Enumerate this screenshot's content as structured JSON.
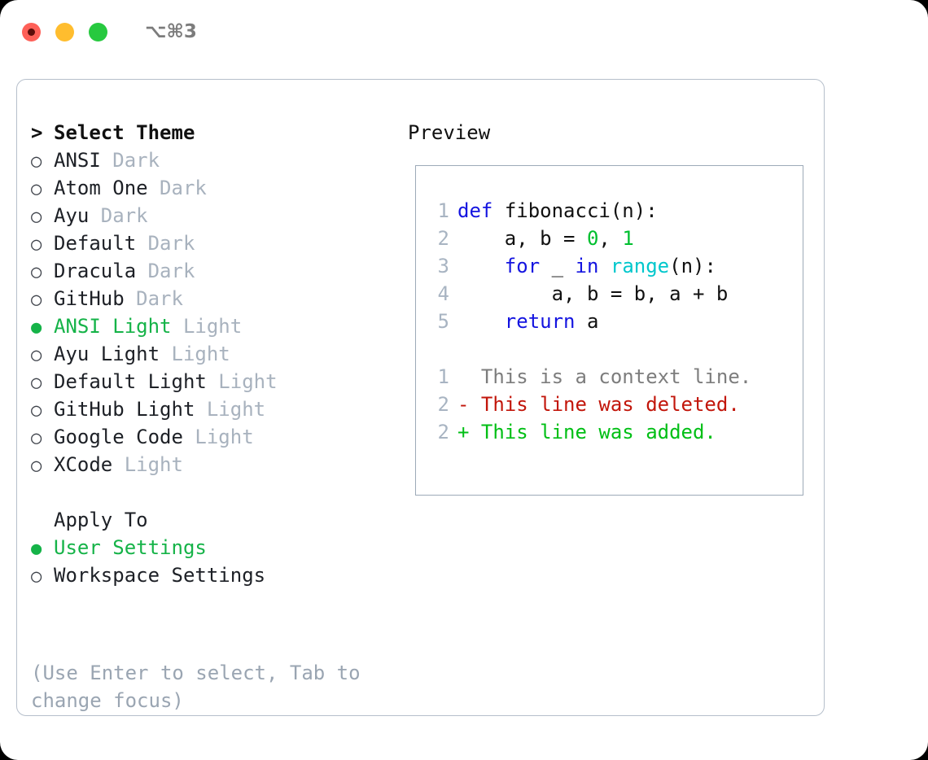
{
  "titlebar": {
    "shortcut": "⌥⌘3",
    "dots": [
      "close-red",
      "minimize-yellow",
      "maximize-green"
    ]
  },
  "theme_selector": {
    "caret": ">",
    "heading": "Select Theme",
    "marker_selected": "●",
    "marker_unselected": "○",
    "items": [
      {
        "name": "ANSI",
        "tag": "Dark",
        "selected": false
      },
      {
        "name": "Atom One",
        "tag": "Dark",
        "selected": false
      },
      {
        "name": "Ayu",
        "tag": "Dark",
        "selected": false
      },
      {
        "name": "Default",
        "tag": "Dark",
        "selected": false
      },
      {
        "name": "Dracula",
        "tag": "Dark",
        "selected": false
      },
      {
        "name": "GitHub",
        "tag": "Dark",
        "selected": false
      },
      {
        "name": "ANSI Light",
        "tag": "Light",
        "selected": true
      },
      {
        "name": "Ayu Light",
        "tag": "Light",
        "selected": false
      },
      {
        "name": "Default Light",
        "tag": "Light",
        "selected": false
      },
      {
        "name": "GitHub Light",
        "tag": "Light",
        "selected": false
      },
      {
        "name": "Google Code",
        "tag": "Light",
        "selected": false
      },
      {
        "name": "XCode",
        "tag": "Light",
        "selected": false
      }
    ]
  },
  "apply_to": {
    "heading": "Apply To",
    "items": [
      {
        "name": "User Settings",
        "selected": true
      },
      {
        "name": "Workspace Settings",
        "selected": false
      }
    ]
  },
  "hint": "(Use Enter to select, Tab to change focus)",
  "preview": {
    "title": "Preview",
    "code_lines": [
      {
        "no": "1",
        "tokens": [
          {
            "t": "def",
            "c": "kw"
          },
          {
            "t": " ",
            "c": "plain"
          },
          {
            "t": "fibonacci",
            "c": "fn"
          },
          {
            "t": "(n):",
            "c": "plain"
          }
        ]
      },
      {
        "no": "2",
        "tokens": [
          {
            "t": "    a, b = ",
            "c": "plain"
          },
          {
            "t": "0",
            "c": "num"
          },
          {
            "t": ", ",
            "c": "plain"
          },
          {
            "t": "1",
            "c": "num"
          }
        ]
      },
      {
        "no": "3",
        "tokens": [
          {
            "t": "    ",
            "c": "plain"
          },
          {
            "t": "for",
            "c": "kw"
          },
          {
            "t": " _ ",
            "c": "plain"
          },
          {
            "t": "in",
            "c": "kw"
          },
          {
            "t": " ",
            "c": "plain"
          },
          {
            "t": "range",
            "c": "bi"
          },
          {
            "t": "(n):",
            "c": "plain"
          }
        ]
      },
      {
        "no": "4",
        "tokens": [
          {
            "t": "        a, b = b, a + b",
            "c": "plain"
          }
        ]
      },
      {
        "no": "5",
        "tokens": [
          {
            "t": "    ",
            "c": "plain"
          },
          {
            "t": "return",
            "c": "kw"
          },
          {
            "t": " a",
            "c": "plain"
          }
        ]
      }
    ],
    "diff_lines": [
      {
        "no": "1",
        "prefix": "  ",
        "text": "This is a context line.",
        "kind": "ctx"
      },
      {
        "no": "2",
        "prefix": "- ",
        "text": "This line was deleted.",
        "kind": "del"
      },
      {
        "no": "2",
        "prefix": "+ ",
        "text": "This line was added.",
        "kind": "add"
      }
    ]
  },
  "colors": {
    "accent_green": "#15b348",
    "keyword_blue": "#1414e0",
    "number_green": "#00bf2f",
    "builtin_cyan": "#00c7cc",
    "diff_delete": "#c2160b",
    "diff_add": "#00bf15",
    "muted_gray": "#a8b2be"
  }
}
